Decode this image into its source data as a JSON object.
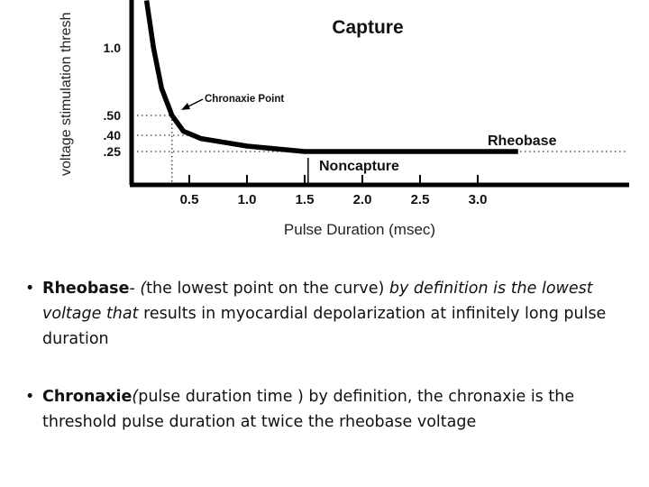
{
  "chart_data": {
    "type": "line",
    "xlabel": "Pulse Duration (msec)",
    "ylabel": "voltage stimulation thresh",
    "x_ticks": [
      "0.5",
      "1.0",
      "1.5",
      "2.0",
      "2.5",
      "3.0"
    ],
    "x_tick_values": [
      0.5,
      1.0,
      1.5,
      2.0,
      2.5,
      3.0
    ],
    "y_ticks": [
      "1.0",
      ".50",
      ".40",
      ".25"
    ],
    "y_tick_values": [
      1.0,
      0.5,
      0.4,
      0.25
    ],
    "series": [
      {
        "x": [
          0.13,
          0.19,
          0.26,
          0.35,
          0.45,
          0.6,
          1.0,
          1.5,
          3.35
        ],
        "y": [
          1.35,
          1.0,
          0.7,
          0.5,
          0.42,
          0.37,
          0.3,
          0.25,
          0.25
        ]
      }
    ],
    "annotations": {
      "capture": "Capture",
      "noncapture": "Noncapture",
      "chronaxie": "Chronaxie Point",
      "rheobase": "Rheobase"
    },
    "chronaxie": {
      "x": 0.35,
      "y": 0.5
    },
    "rheobase": 0.25,
    "grid": false
  },
  "bullets": [
    {
      "term": "Rheobase",
      "sep": "- ",
      "open": "(",
      "plain1": "the lowest point on the curve) ",
      "italic": "by definition is the lowest voltage  that",
      "plain2": " results in myocardial depolarization at infinitely long pulse duration"
    },
    {
      "term": "Chronaxie",
      "open": "(",
      "plain1": "pulse duration time ) by definition, the chronaxie is the threshold pulse duration at twice the rheobase voltage"
    }
  ]
}
